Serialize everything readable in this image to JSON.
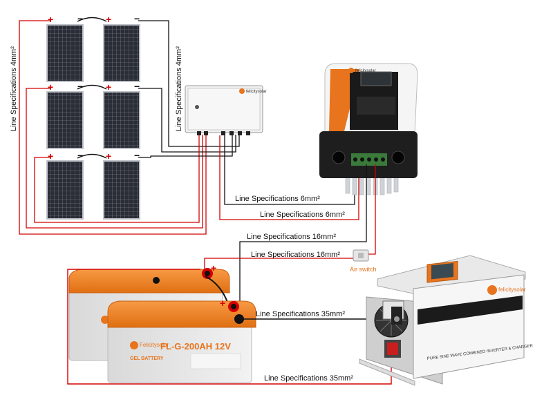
{
  "labels": {
    "pv_left": "Line Specifications 4mm²",
    "pv_right": "Line Specifications 4mm²",
    "combiner_to_controller_1": "Line Specifications 6mm²",
    "combiner_to_controller_2": "Line Specifications 6mm²",
    "controller_to_battery_1": "Line Specifications 16mm²",
    "controller_to_battery_2": "Line Specifications 16mm²",
    "air_switch": "Air switch",
    "battery_to_inverter_1": "Line Specifications 35mm²",
    "battery_to_inverter_2": "Line Specifications 35mm²"
  },
  "battery": {
    "model": "FL-G-200AH 12V",
    "type": "GEL BATTERY",
    "brand": "Felicitysolar"
  },
  "inverter": {
    "brand": "felicitysolar",
    "caption": "PURE SINE WAVE COMBINED INVERTER & CHARGER"
  },
  "combiner": {
    "brand": "felicitysolar"
  },
  "controller": {
    "brand": "felicitysolar"
  },
  "colors": {
    "positive": "#d40000",
    "negative": "#111111",
    "accent": "#e8741e"
  }
}
